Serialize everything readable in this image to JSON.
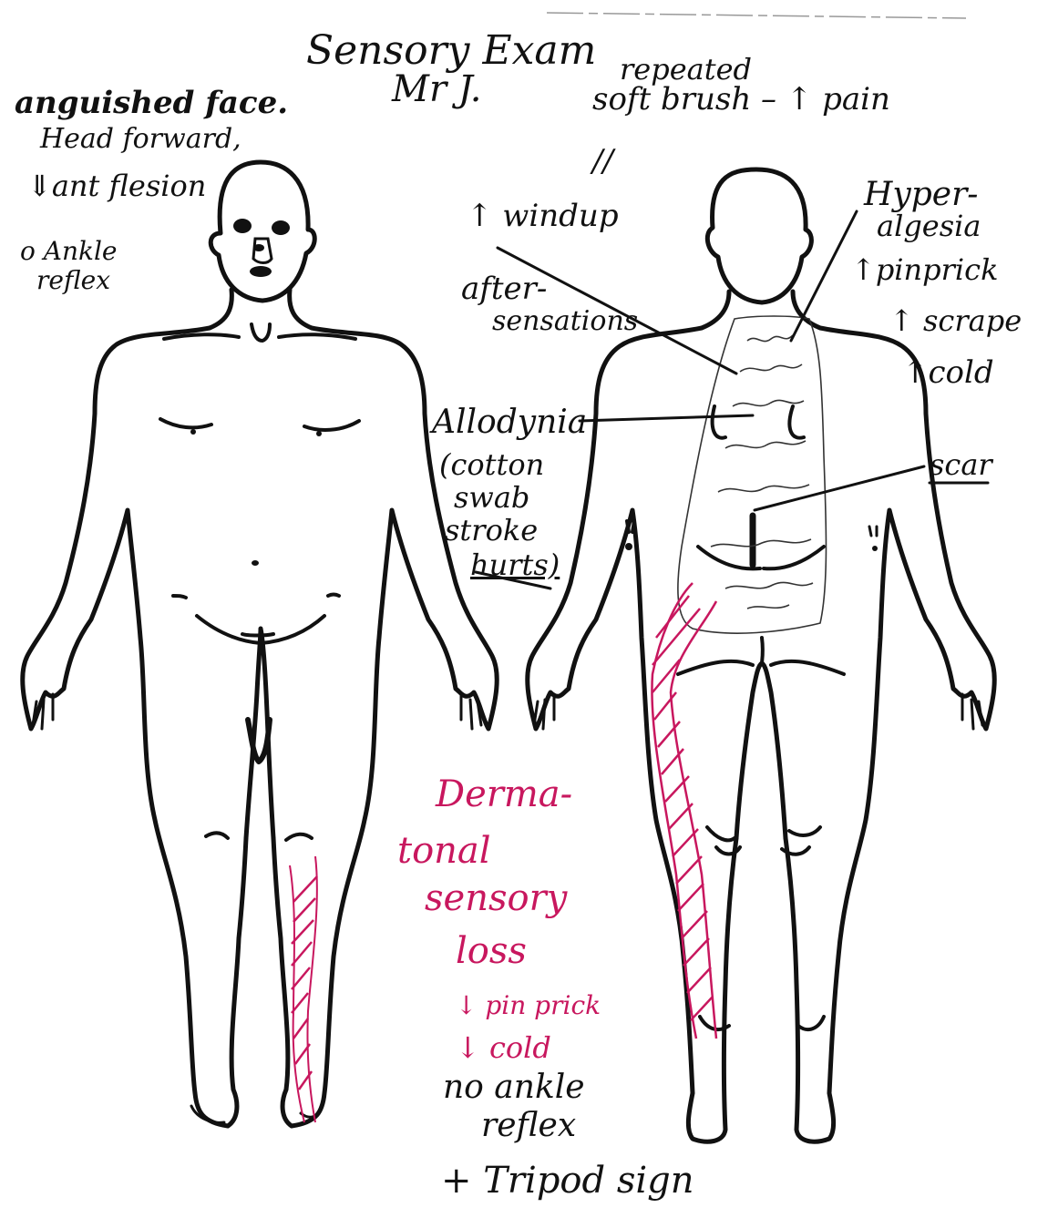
{
  "title": "Sensory Exam",
  "patient": "Mr J.",
  "colors": {
    "ink": "#111111",
    "highlight": "#c8175e"
  },
  "front_notes": {
    "line1": "anguished face.",
    "line2": "Head forward,",
    "line3": "⇓ant flesion",
    "line4": "o Ankle",
    "line5": "reflex"
  },
  "back_notes": {
    "repeated_1": "repeated",
    "repeated_2": "soft brush – ↑ pain",
    "parallel": "//",
    "windup": "↑ windup",
    "after_1": "after-",
    "after_2": "sensations",
    "allodynia_1": "Allodynia",
    "allodynia_2": "(cotton",
    "allodynia_3": "swab",
    "allodynia_4": "stroke",
    "allodynia_5": "hurts)",
    "hyper_1": "Hyper-",
    "hyper_2": "algesia",
    "hyper_3": "↑pinprick",
    "hyper_4": "↑ scrape",
    "hyper_5": "↑cold",
    "scar": "scar"
  },
  "dermatomal": {
    "l1": "Derma-",
    "l2": "tonal",
    "l3": "sensory",
    "l4": "loss",
    "l5": "↓ pin prick",
    "l6": "↓ cold",
    "l7": "no ankle",
    "l8": "reflex",
    "l9": "+ Tripod sign"
  }
}
